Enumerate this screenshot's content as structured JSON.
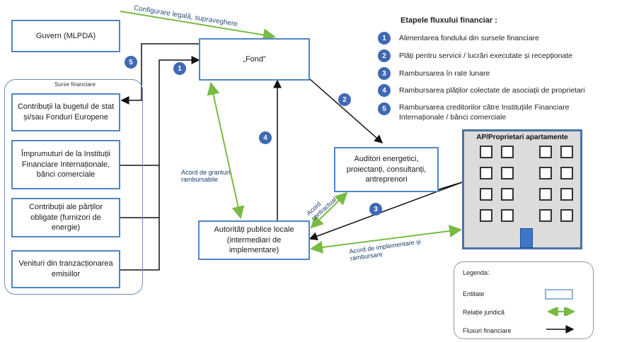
{
  "top_label": "Configurare legală, supraveghere",
  "entities": {
    "guvern": "Guvern (MLPDA)",
    "fond": "„Fond”",
    "auditori": "Auditori energetici, proiectanți, consultanți, antreprenori",
    "autoritati": "Autorități publice locale (intermediari de implementare)",
    "ap": "AP/Proprietari apartamente"
  },
  "sources": {
    "title": "Surse financiare",
    "items": [
      "Contribuții la bugetul de stat și/sau Fonduri Europene",
      "Împrumuturi de la Instituții Financiare Internaționale, bănci comerciale",
      "Contribuții ale părților obligate (furnizori de energie)",
      "Venituri din tranzacționarea emisiilor"
    ]
  },
  "steps": {
    "title": "Etapele fluxului financiar :",
    "items": [
      {
        "num": "1",
        "text": "Alimentarea fondului din sursele financiare"
      },
      {
        "num": "2",
        "text": "Plăți pentru servicii / lucrări executate și recepționate"
      },
      {
        "num": "3",
        "text": "Rambursarea în rate lunare"
      },
      {
        "num": "4",
        "text": "Rambursarea plăților colectate de asociații de proprietari"
      },
      {
        "num": "5",
        "text": "Rambursarea creditorilor către Instituțiile Financiare Internaționale / bănci comerciale"
      }
    ]
  },
  "relation_labels": {
    "acord_granturi": "Acord de granturi rambursabile",
    "acord_contractual": "Acord contractual",
    "acord_implementare": "Acord de implementare și rambursare"
  },
  "legend": {
    "title": "Legenda:",
    "entitate": "Entitate",
    "relatie": "Relație juridică",
    "fluxuri": "Fluxuri financiare"
  },
  "colors": {
    "legal_relation": "#77bb44",
    "financial_flow": "#111111",
    "entity_border": "#4f86c6",
    "step_circle": "#3f69b4"
  }
}
